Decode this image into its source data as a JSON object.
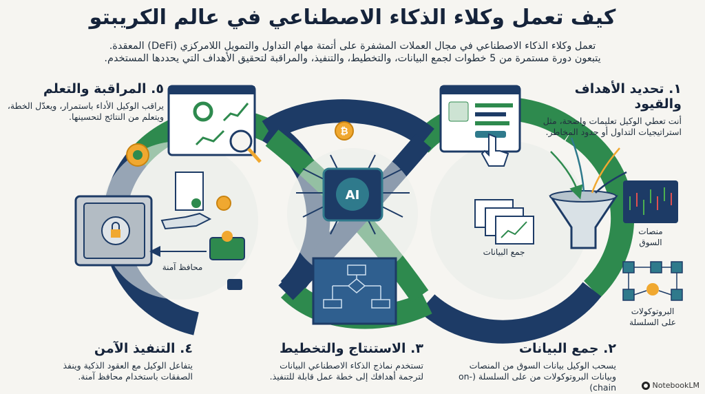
{
  "title": "كيف تعمل وكلاء الذكاء الاصطناعي في عالم الكريبتو",
  "subtitle": "تعمل وكلاء الذكاء الاصطناعي في مجال العملات المشفرة على أتمتة مهام التداول والتمويل اللامركزي (DeFi) المعقدة. يتبعون دورة مستمرة من 5 خطوات لجمع البيانات، والتخطيط، والتنفيذ، والمراقبة لتحقيق الأهداف التي يحددها المستخدم.",
  "steps": {
    "s1": {
      "title": "١. تحديد الأهداف والقيود",
      "text": "أنت تعطي الوكيل تعليمات واضحة، مثل استراتيجيات التداول أو حدود المخاطر."
    },
    "s2": {
      "title": "٢. جمع البيانات",
      "text": "يسحب الوكيل بيانات السوق من المنصات وبيانات البروتوكولات من على السلسلة (on-chain)"
    },
    "s3": {
      "title": "٣. الاستنتاج والتخطيط",
      "text": "تستخدم نماذج الذكاء الاصطناعي البيانات لترجمة أهدافك إلى خطة عمل قابلة للتنفيذ."
    },
    "s4": {
      "title": "٤. التنفيذ الآمن",
      "text": "يتفاعل الوكيل مع العقود الذكية وينفذ الصفقات باستخدام محافظ آمنة."
    },
    "s5": {
      "title": "٥. المراقبة والتعلم",
      "text": "يراقب الوكيل الأداء باستمرار، ويعدّل الخطة، ويتعلم من النتائج لتحسينها."
    }
  },
  "labels": {
    "markets": "منصات السوق",
    "protocols": "البروتوكولات على السلسلة",
    "data_collection": "جمع البيانات",
    "secure_wallets": "محافظ آمنة",
    "ai_chip": "AI"
  },
  "badge": "NotebookLM",
  "colors": {
    "navy": "#1d3b66",
    "green": "#2e8a4e",
    "orange": "#f0a830",
    "teal": "#2f7a8c"
  }
}
